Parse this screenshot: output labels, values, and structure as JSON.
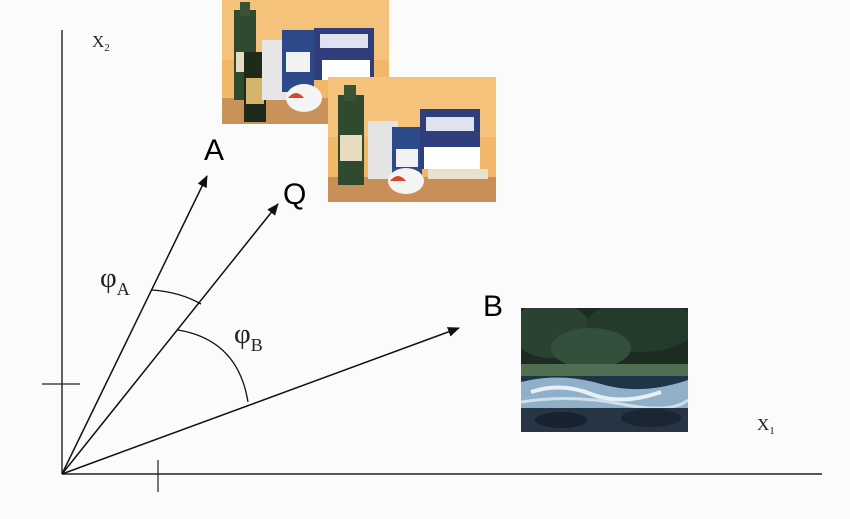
{
  "axes": {
    "x_label_main": "X",
    "x_label_sub": "1",
    "y_label_main": "X",
    "y_label_sub": "2"
  },
  "vectors": [
    {
      "id": "A",
      "label": "A",
      "color": "#111111"
    },
    {
      "id": "Q",
      "label": "Q",
      "color": "#111111"
    },
    {
      "id": "B",
      "label": "B",
      "color": "#111111"
    }
  ],
  "angles": [
    {
      "id": "phi_a",
      "symbol": "φ",
      "subscript": "A"
    },
    {
      "id": "phi_b",
      "symbol": "φ",
      "subscript": "B"
    }
  ],
  "images": [
    {
      "id": "shelf-photo-1",
      "subject": "bottles and boxes on a shelf"
    },
    {
      "id": "shelf-photo-2",
      "subject": "bottles and boxes on a shelf"
    },
    {
      "id": "river-photo",
      "subject": "river rapids with trees"
    }
  ],
  "colors": {
    "background": "#fbfbfb",
    "line": "#111111",
    "shelf_wall": "#f0b868",
    "river_dark": "#1f3446"
  }
}
